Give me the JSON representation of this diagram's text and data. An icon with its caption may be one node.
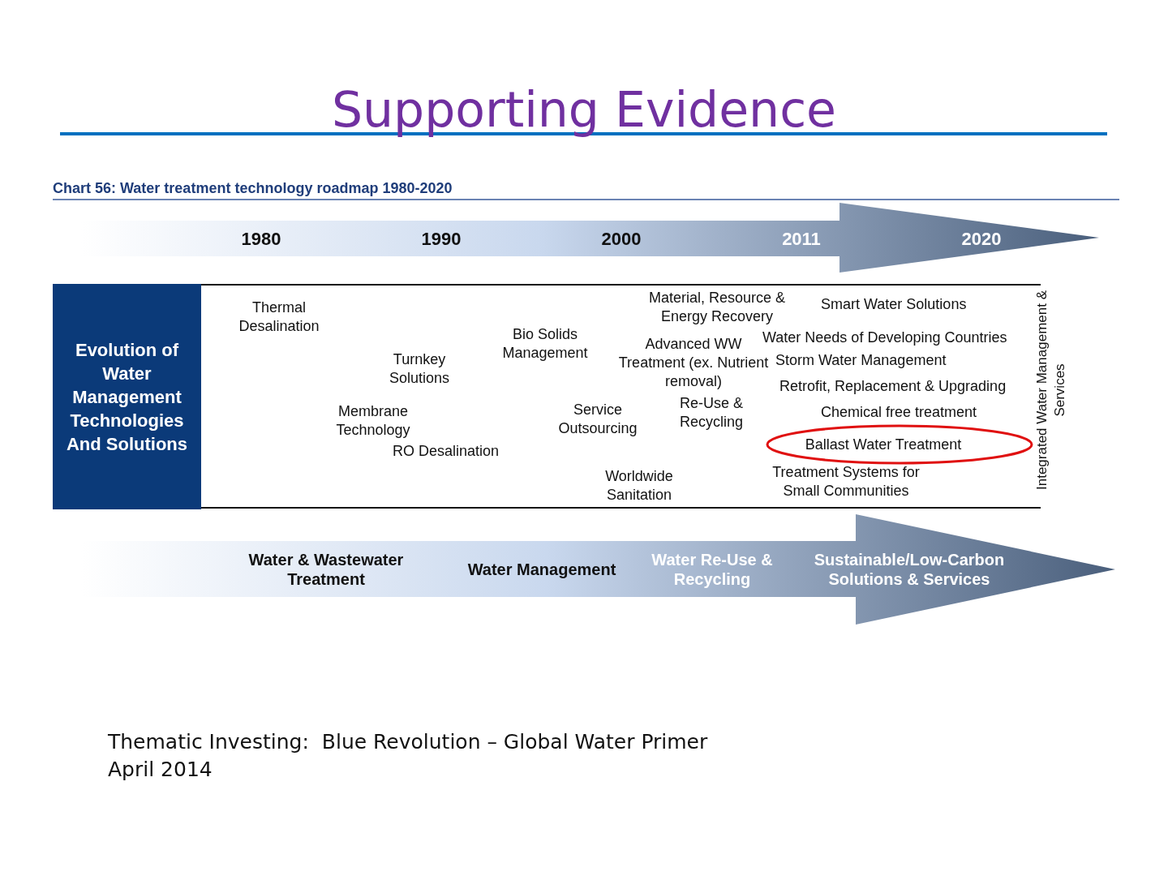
{
  "diagram": {
    "title": "Supporting Evidence",
    "nodes": [
      {
        "text": [
          "1980",
          "1990",
          "2000",
          "2011",
          "2020"
        ]
      },
      {
        "text": [
          "Evolution of Water Management Technologies And Solutions"
        ]
      },
      {
        "text": [
          "Ballast Water Treatment"
        ]
      },
      {
        "text": [
          "Water & Wastewater Treatment",
          "Water Management",
          "Water Re-Use & Recycling",
          "Sustainable/Low-Carbon Solutions & Services"
        ]
      }
    ],
    "edges": [],
    "labels": [
      "Chart 56: Water treatment technology roadmap 1980-2020",
      "Material, Resource & Energy Recovery",
      "Thermal Desalination",
      "Smart Water Solutions",
      "Bio Solids Management",
      "Water Needs of Developing Countries",
      "Advanced WW Treatment (ex. Nutrient removal)",
      "Turnkey Solutions",
      "Storm Water Management",
      "Retrofit, Replacement & Upgrading",
      "Re-Use & Recycling",
      "Service Outsourcing",
      "Membrane Technology",
      "Chemical free treatment",
      "RO Desalination",
      "Treatment Systems for Small Communities",
      "Worldwide Sanitation",
      "Integrated Water Management & Services",
      "Thematic Investing:  Blue Revolution – Global Water Primer",
      "April 2014"
    ]
  }
}
